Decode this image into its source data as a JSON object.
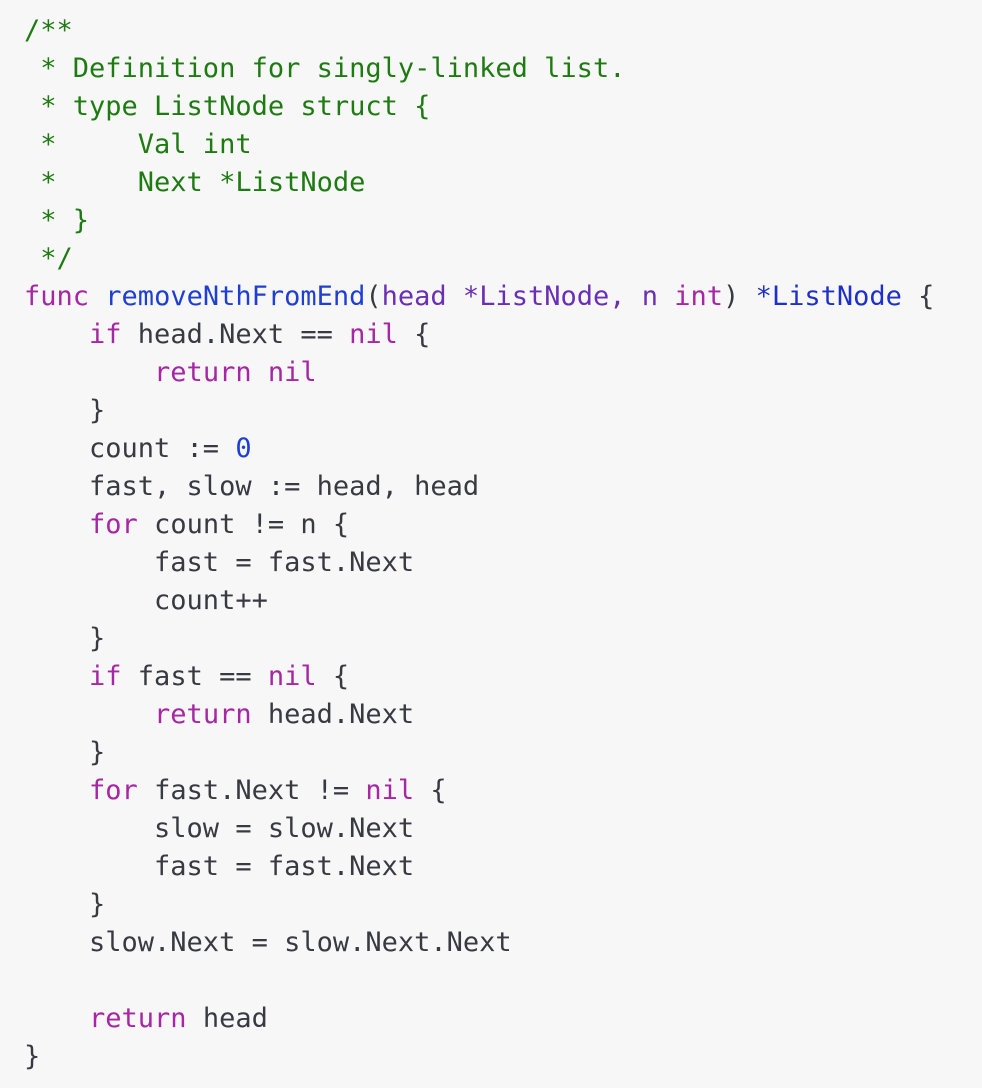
{
  "colors": {
    "background": "#f7f7f7",
    "comment": "#1e7b12",
    "keyword": "#a626a4",
    "function_name": "#1f3fd1",
    "parameter": "#6a2fb5",
    "type": "#1f2fc9",
    "number": "#1d3fd6",
    "default_text": "#383a42"
  },
  "code": {
    "lines": [
      [
        {
          "t": "comment",
          "v": "/**"
        }
      ],
      [
        {
          "t": "comment",
          "v": " * Definition for singly-linked list."
        }
      ],
      [
        {
          "t": "comment",
          "v": " * type ListNode struct {"
        }
      ],
      [
        {
          "t": "comment",
          "v": " *     Val int"
        }
      ],
      [
        {
          "t": "comment",
          "v": " *     Next *ListNode"
        }
      ],
      [
        {
          "t": "comment",
          "v": " * }"
        }
      ],
      [
        {
          "t": "comment",
          "v": " */"
        }
      ],
      [
        {
          "t": "keyword",
          "v": "func"
        },
        {
          "t": "ws",
          "v": " "
        },
        {
          "t": "func",
          "v": "removeNthFromEnd"
        },
        {
          "t": "punct",
          "v": "("
        },
        {
          "t": "param",
          "v": "head *ListNode, n"
        },
        {
          "t": "ws",
          "v": " "
        },
        {
          "t": "keyword",
          "v": "int"
        },
        {
          "t": "punct",
          "v": ")"
        },
        {
          "t": "ws",
          "v": " "
        },
        {
          "t": "type",
          "v": "*ListNode"
        },
        {
          "t": "punct",
          "v": " {"
        }
      ],
      [
        {
          "t": "ws",
          "v": "    "
        },
        {
          "t": "keyword",
          "v": "if"
        },
        {
          "t": "ident",
          "v": " head.Next == "
        },
        {
          "t": "keyword",
          "v": "nil"
        },
        {
          "t": "punct",
          "v": " {"
        }
      ],
      [
        {
          "t": "ws",
          "v": "        "
        },
        {
          "t": "keyword",
          "v": "return"
        },
        {
          "t": "ws",
          "v": " "
        },
        {
          "t": "keyword",
          "v": "nil"
        }
      ],
      [
        {
          "t": "punct",
          "v": "    }"
        }
      ],
      [
        {
          "t": "ident",
          "v": "    count := "
        },
        {
          "t": "number",
          "v": "0"
        }
      ],
      [
        {
          "t": "ident",
          "v": "    fast, slow := head, head"
        }
      ],
      [
        {
          "t": "ws",
          "v": "    "
        },
        {
          "t": "keyword",
          "v": "for"
        },
        {
          "t": "ident",
          "v": " count != n {"
        }
      ],
      [
        {
          "t": "ident",
          "v": "        fast = fast.Next"
        }
      ],
      [
        {
          "t": "ident",
          "v": "        count++"
        }
      ],
      [
        {
          "t": "punct",
          "v": "    }"
        }
      ],
      [
        {
          "t": "ws",
          "v": "    "
        },
        {
          "t": "keyword",
          "v": "if"
        },
        {
          "t": "ident",
          "v": " fast == "
        },
        {
          "t": "keyword",
          "v": "nil"
        },
        {
          "t": "punct",
          "v": " {"
        }
      ],
      [
        {
          "t": "ws",
          "v": "        "
        },
        {
          "t": "keyword",
          "v": "return"
        },
        {
          "t": "ident",
          "v": " head.Next"
        }
      ],
      [
        {
          "t": "punct",
          "v": "    }"
        }
      ],
      [
        {
          "t": "ws",
          "v": "    "
        },
        {
          "t": "keyword",
          "v": "for"
        },
        {
          "t": "ident",
          "v": " fast.Next != "
        },
        {
          "t": "keyword",
          "v": "nil"
        },
        {
          "t": "punct",
          "v": " {"
        }
      ],
      [
        {
          "t": "ident",
          "v": "        slow = slow.Next"
        }
      ],
      [
        {
          "t": "ident",
          "v": "        fast = fast.Next"
        }
      ],
      [
        {
          "t": "punct",
          "v": "    }"
        }
      ],
      [
        {
          "t": "ident",
          "v": "    slow.Next = slow.Next.Next"
        }
      ],
      [
        {
          "t": "ws",
          "v": ""
        }
      ],
      [
        {
          "t": "ws",
          "v": "    "
        },
        {
          "t": "keyword",
          "v": "return"
        },
        {
          "t": "ident",
          "v": " head"
        }
      ],
      [
        {
          "t": "punct",
          "v": "}"
        }
      ]
    ]
  }
}
